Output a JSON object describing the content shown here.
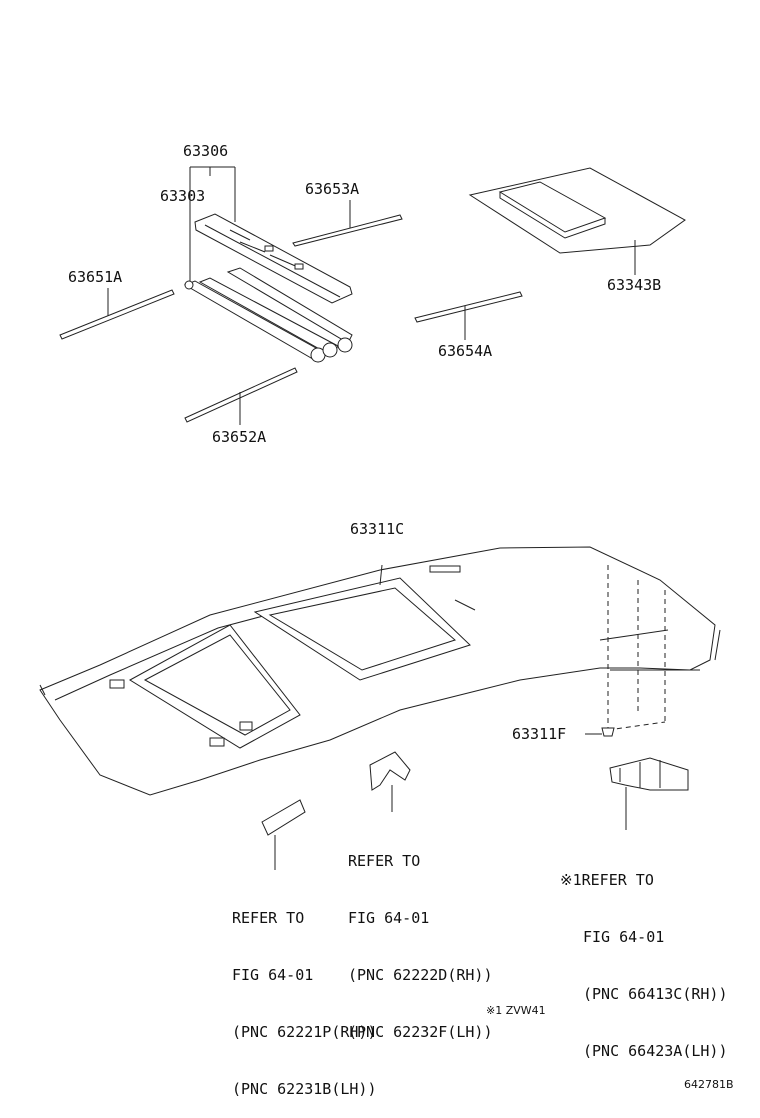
{
  "labels": {
    "p63306": "63306",
    "p63303": "63303",
    "p63653A": "63653A",
    "p63651A": "63651A",
    "p63343B": "63343B",
    "p63654A": "63654A",
    "p63652A": "63652A",
    "p63311C": "63311C",
    "p63311F": "63311F"
  },
  "refs": {
    "ref_center": [
      "REFER TO",
      "FIG 64-01",
      "(PNC 62222D(RH))",
      "(PNC 62232F(LH))"
    ],
    "ref_left": [
      "REFER TO",
      "FIG 64-01",
      "(PNC 62221P(RH))",
      "(PNC 62231B(LH))"
    ],
    "ref_right": [
      "※1REFER TO",
      "FIG 64-01",
      "(PNC 66413C(RH))",
      "(PNC 66423A(LH))"
    ]
  },
  "footnote": "※1 ZVW41",
  "figure_id": "642781B"
}
